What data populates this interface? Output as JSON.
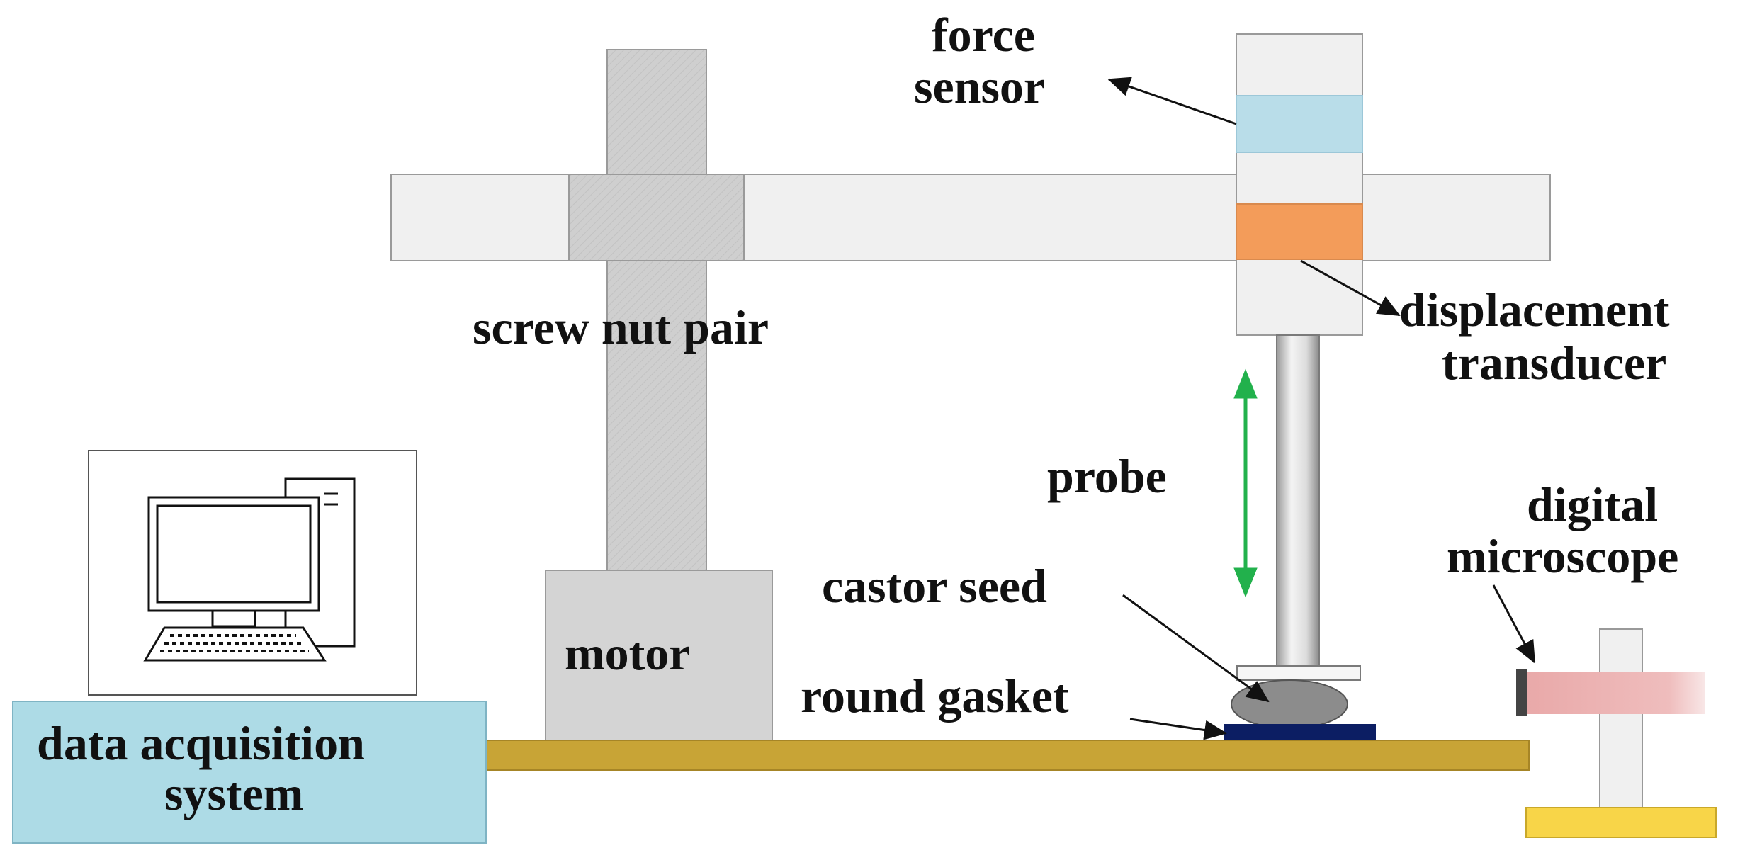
{
  "labels": {
    "force_sensor_line1": "force",
    "force_sensor_line2": "sensor",
    "screw_nut_pair": "screw nut pair",
    "displacement_line1": "displacement",
    "displacement_line2": "transducer",
    "probe": "probe",
    "digital_line1": "digital",
    "digital_line2": "microscope",
    "castor_seed": "castor seed",
    "motor": "motor",
    "round_gasket": "round gasket",
    "daq_line1": "data acquisition",
    "daq_line2": "system"
  },
  "colors": {
    "beam": "#f0f0f0",
    "column": "#cfcfcf",
    "nut": "#d2d2d2",
    "force_sensor": "#b9dde9",
    "displacement_transducer": "#f39c5a",
    "daq_box": "#addbe6",
    "base_rail": "#c8a436",
    "gasket": "#0c1e63",
    "seed": "#8c8c8c",
    "motion_arrow": "#22b14c",
    "microscope_lens": "#efb9b9",
    "microscope_base": "#f8d548"
  }
}
